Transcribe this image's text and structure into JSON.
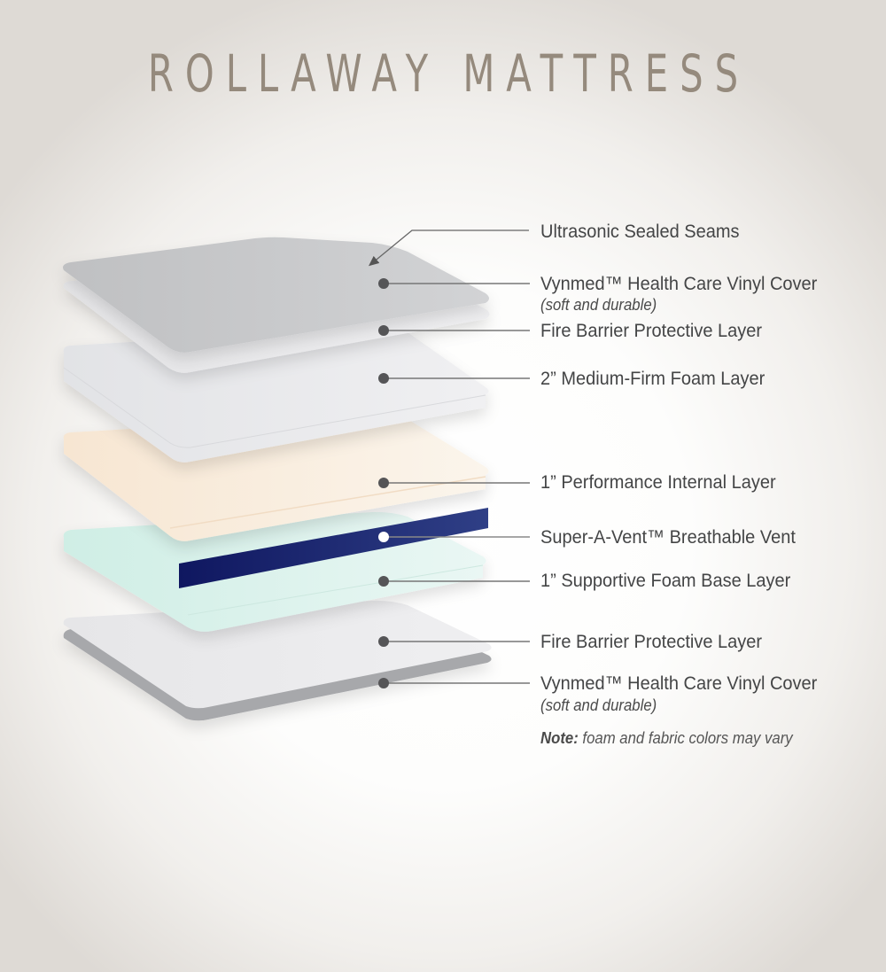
{
  "title": "ROLLAWAY MATTRESS",
  "colors": {
    "title": "#958a7d",
    "label_text": "#444546",
    "leader_line": "#777777",
    "dot": "#555557",
    "vent_dot": "#ffffff",
    "vinyl_cover": "#c4c5c7",
    "fire_barrier": "#ebebed",
    "medium_firm_foam": "#e6e7ea",
    "performance_layer": "#f8efe2",
    "vent": "#1b2370",
    "base_layer": "#dff3ee"
  },
  "callouts": [
    {
      "id": "seams",
      "label": "Ultrasonic Sealed Seams",
      "marker": "arrow-icon"
    },
    {
      "id": "top-cover",
      "label": "Vynmed™ Health Care Vinyl Cover",
      "sublabel": "(soft and durable)",
      "marker": "dot"
    },
    {
      "id": "top-fire",
      "label": "Fire Barrier Protective Layer",
      "marker": "dot"
    },
    {
      "id": "foam-2in",
      "label": "2” Medium-Firm Foam Layer",
      "marker": "dot"
    },
    {
      "id": "performance",
      "label": "1” Performance Internal Layer",
      "marker": "dot"
    },
    {
      "id": "vent",
      "label": "Super-A-Vent™ Breathable Vent",
      "marker": "white-dot"
    },
    {
      "id": "base",
      "label": "1” Supportive Foam Base Layer",
      "marker": "dot"
    },
    {
      "id": "bottom-fire",
      "label": "Fire Barrier Protective Layer",
      "marker": "dot"
    },
    {
      "id": "bottom-cover",
      "label": "Vynmed™ Health Care Vinyl Cover",
      "sublabel": "(soft and durable)",
      "marker": "dot"
    }
  ],
  "note": {
    "prefix": "Note:",
    "text": " foam and fabric colors may vary"
  }
}
